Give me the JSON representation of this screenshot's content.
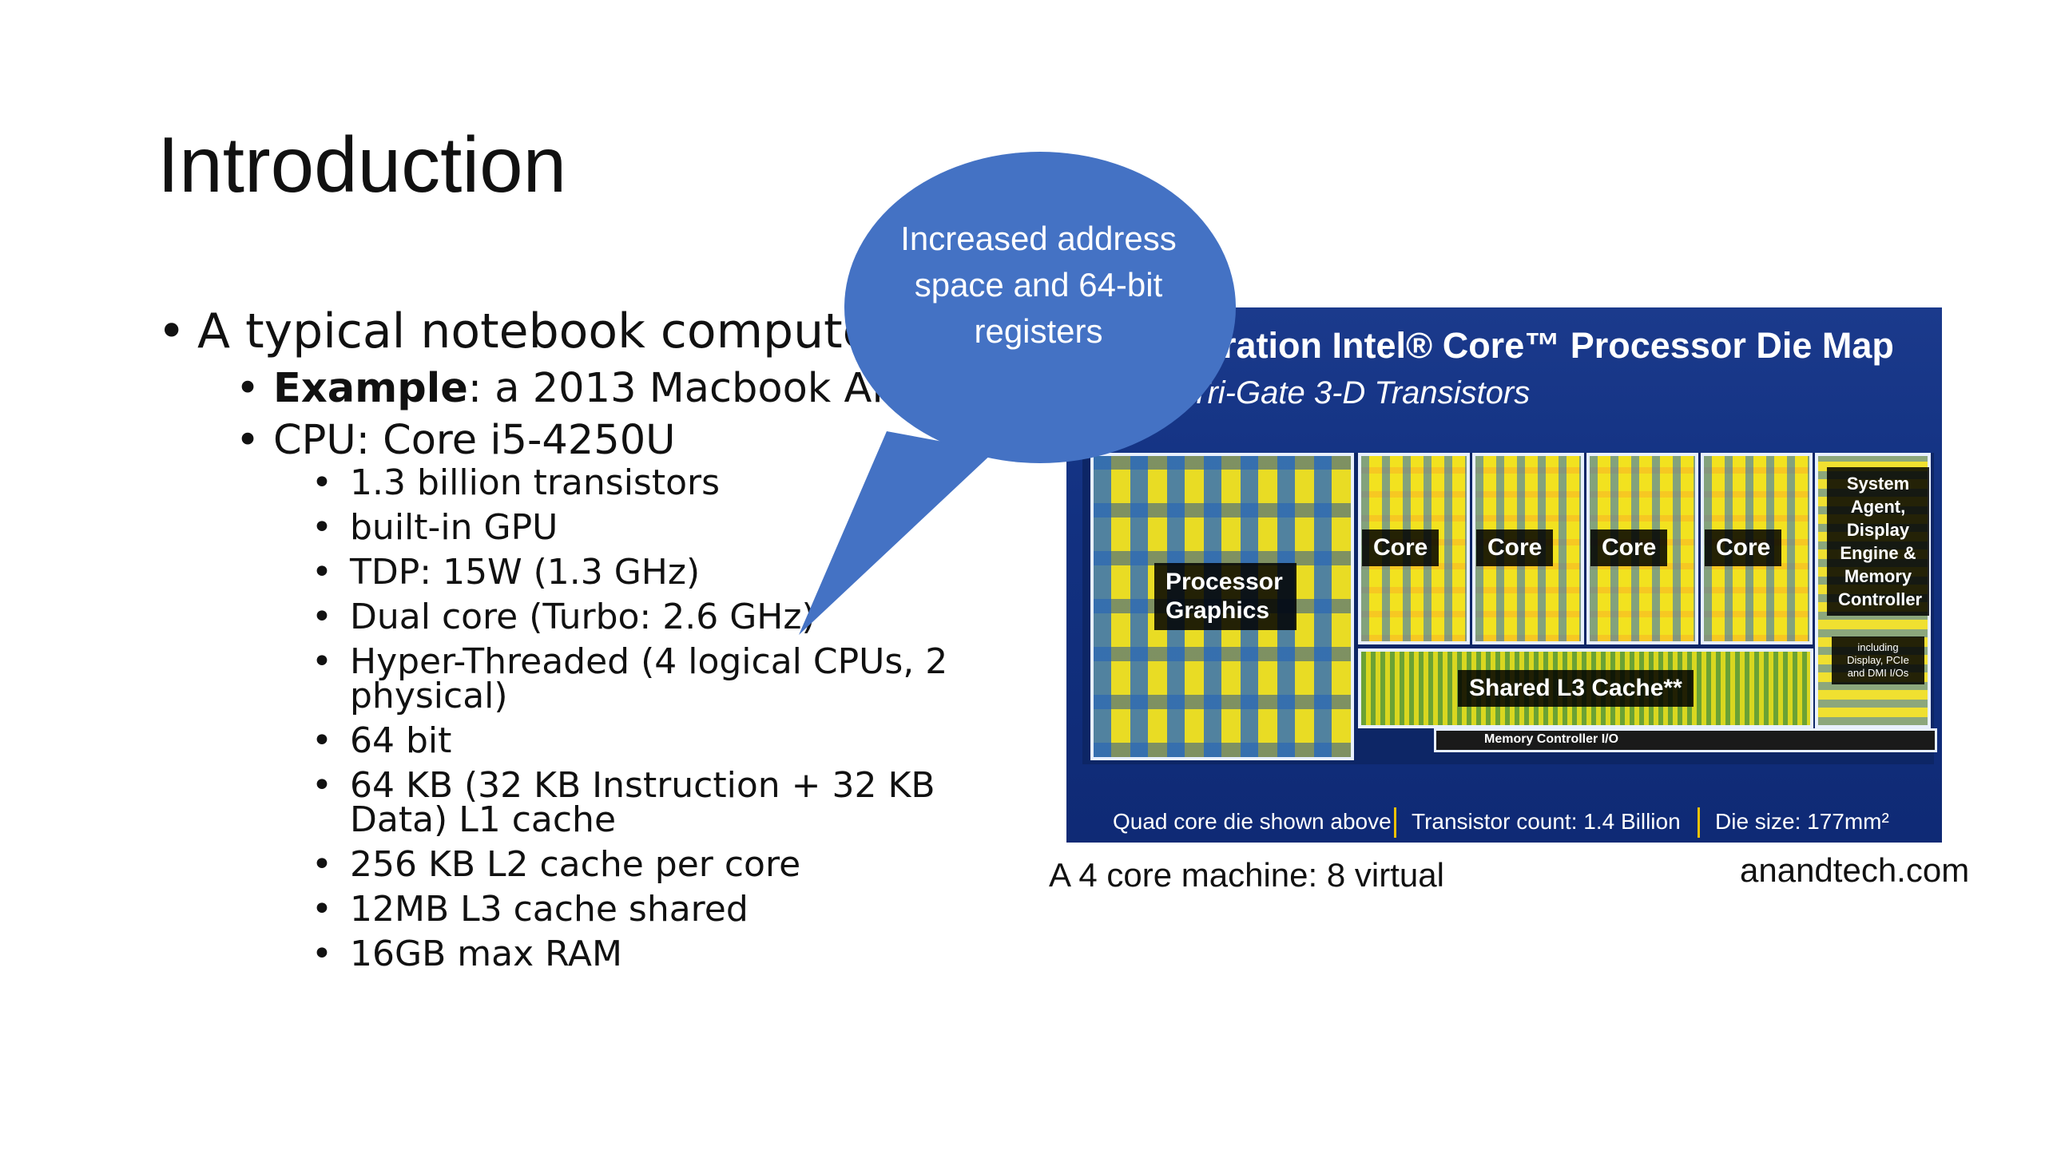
{
  "slide": {
    "title": "Introduction",
    "bullet1": "A typical notebook computer",
    "sub": {
      "example_bold": "Example",
      "example_rest": ": a 2013 Macbook Air",
      "cpu": "CPU: Core i5-4250U"
    },
    "details": [
      "1.3 billion transistors",
      "built-in GPU",
      "TDP: 15W (1.3 GHz)",
      "Dual core (Turbo: 2.6 GHz)",
      "Hyper-Threaded (4 logical CPUs, 2 physical)",
      "64 bit",
      "64 KB (32 KB Instruction + 32 KB Data) L1 cache",
      "256 KB L2 cache per core",
      "12MB L3 cache shared",
      "16GB max RAM"
    ],
    "callout": "Increased address space and 64-bit registers",
    "callout_color": "#4472c4"
  },
  "die_map": {
    "header_line1": "eration Intel® Core™ Processor Die Map",
    "header_line2": "Tri-Gate 3-D Transistors",
    "gpu_label": "Processor Graphics",
    "core_label": "Core",
    "system_agent_label": "System Agent, Display Engine & Memory Controller",
    "system_agent_sub": "including Display, PCIe and DMI I/Os",
    "l3_label": "Shared L3 Cache**",
    "memio_label": "Memory Controller I/O",
    "footer_1": "Quad core die shown above",
    "footer_2": "Transistor count: 1.4 Billion",
    "footer_3": "Die size: 177mm²"
  },
  "captions": {
    "left": "A 4 core machine: 8 virtual",
    "right": "anandtech.com"
  }
}
